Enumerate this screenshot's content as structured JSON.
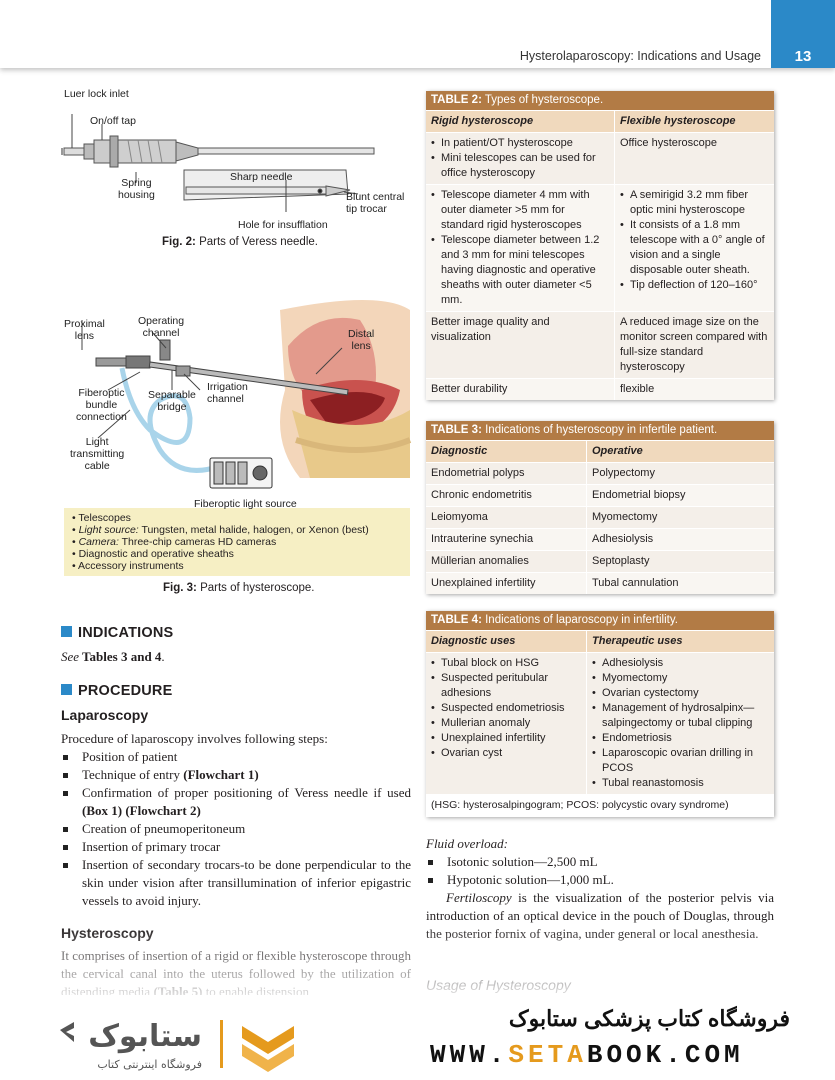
{
  "header": {
    "running_title": "Hysterolaparoscopy: Indications and Usage",
    "page_number": "13"
  },
  "fig2": {
    "labels": {
      "luer": "Luer lock inlet",
      "onoff": "On/off tap",
      "spring": "Spring\nhousing",
      "sharp": "Sharp needle",
      "blunt": "Blunt central\ntip trocar",
      "hole": "Hole for insufflation"
    },
    "caption_label": "Fig. 2:",
    "caption_text": " Parts of Veress needle."
  },
  "fig3": {
    "labels": {
      "proximal": "Proximal\nlens",
      "operating": "Operating\nchannel",
      "distal": "Distal\nlens",
      "fiberoptic": "Fiberoptic\nbundle\nconnection",
      "separable": "Separable\nbridge",
      "irrigation": "Irrigation\nchannel",
      "light": "Light\ntransmitting\ncable",
      "source": "Fiberoptic light source"
    },
    "list": [
      {
        "prefix": "",
        "text": "Telescopes"
      },
      {
        "prefix": "Light source:",
        "text": " Tungsten, metal halide, halogen, or Xenon (best)"
      },
      {
        "prefix": "Camera:",
        "text": " Three-chip cameras HD cameras"
      },
      {
        "prefix": "",
        "text": "Diagnostic and operative sheaths"
      },
      {
        "prefix": "",
        "text": "Accessory instruments"
      }
    ],
    "caption_label": "Fig. 3:",
    "caption_text": " Parts of hysteroscope."
  },
  "table2": {
    "label": "TABLE 2:",
    "title": " Types of hysteroscope.",
    "headers": [
      "Rigid hysteroscope",
      "Flexible hysteroscope"
    ],
    "rows": [
      {
        "left": [
          "In patient/OT hysteroscope",
          "Mini telescopes can be used for office hysteroscopy"
        ],
        "right": "Office hysteroscope"
      },
      {
        "left": [
          "Telescope diameter 4 mm with outer diameter >5 mm for standard rigid hysteroscopes",
          "Telescope diameter between 1.2 and 3 mm for mini telescopes having diagnostic and operative sheaths with outer diameter <5 mm."
        ],
        "right": [
          "A semirigid 3.2 mm fiber optic mini hysteroscope",
          "It consists of a 1.8 mm telescope with a 0° angle of vision and a single disposable outer sheath.",
          "Tip deflection of 120–160°"
        ]
      },
      {
        "left": "Better image quality and visualization",
        "right": "A reduced image size on the monitor screen compared with full-size standard hysteroscopy"
      },
      {
        "left": "Better durability",
        "right": "flexible"
      }
    ]
  },
  "table3": {
    "label": "TABLE 3:",
    "title": " Indications of hysteroscopy in infertile patient.",
    "headers": [
      "Diagnostic",
      "Operative"
    ],
    "rows": [
      [
        "Endometrial polyps",
        "Polypectomy"
      ],
      [
        "Chronic endometritis",
        "Endometrial biopsy"
      ],
      [
        "Leiomyoma",
        "Myomectomy"
      ],
      [
        "Intrauterine synechia",
        "Adhesiolysis"
      ],
      [
        "Müllerian anomalies",
        "Septoplasty"
      ],
      [
        "Unexplained infertility",
        "Tubal cannulation"
      ]
    ]
  },
  "table4": {
    "label": "TABLE 4:",
    "title": " Indications of laparoscopy in infertility.",
    "headers": [
      "Diagnostic uses",
      "Therapeutic uses"
    ],
    "left": [
      "Tubal block on HSG",
      "Suspected peritubular adhesions",
      "Suspected endometriosis",
      "Mullerian anomaly",
      "Unexplained infertility",
      "Ovarian cyst"
    ],
    "right": [
      "Adhesiolysis",
      "Myomectomy",
      "Ovarian cystectomy",
      "Management of hydrosalpinx—salpingectomy or tubal clipping",
      "Endometriosis",
      "Laparoscopic ovarian drilling in PCOS",
      "Tubal reanastomosis"
    ],
    "footnote": "(HSG: hysterosalpingogram; PCOS: polycystic ovary syndrome)"
  },
  "left_col": {
    "indications_heading": "INDICATIONS",
    "see_italic": "See",
    "see_bold": " Tables 3 and 4",
    "see_end": ".",
    "procedure_heading": "PROCEDURE",
    "laparoscopy_heading": "Laparoscopy",
    "laparoscopy_intro": "Procedure of laparoscopy involves following steps:",
    "steps": [
      {
        "text": "Position of patient",
        "bold": ""
      },
      {
        "text": "Technique of entry ",
        "bold": "(Flowchart 1)"
      },
      {
        "text": "Confirmation of proper positioning of Veress needle if used ",
        "bold": "(Box 1) (Flowchart 2)"
      },
      {
        "text": "Creation of pneumoperitoneum",
        "bold": ""
      },
      {
        "text": "Insertion of primary trocar",
        "bold": ""
      },
      {
        "text": "Insertion of secondary trocars-to be done perpendicular to the skin under vision after transillumination of inferior epigastric vessels to avoid injury.",
        "bold": ""
      }
    ],
    "hysteroscopy_heading": "Hysteroscopy",
    "hysteroscopy_text_a": "It comprises of insertion of a rigid or flexible hysteroscope through the cervical canal into the uterus followed by the utilization of distending media ",
    "hysteroscopy_bold": "(Table 5)",
    "hysteroscopy_text_b": " to enable distension"
  },
  "right_col": {
    "fluid_heading": "Fluid overload:",
    "fluid_items": [
      "Isotonic solution—2,500 mL",
      "Hypotonic solution—1,000 mL."
    ],
    "fertiloscopy_italic": "Fertiloscopy",
    "fertiloscopy_text": " is the visualization of the posterior pelvis via introduction of an optical device in the pouch of Douglas, through the posterior fornix of vagina, under general or local anesthesia.",
    "usage_heading": "Usage of Hysteroscopy"
  },
  "advert": {
    "logo_text": "ستابوک",
    "logo_sub": "فروشگاه اینترنتی کتاب",
    "persian": "فروشگاه کتاب پزشکی ستابوک",
    "url_a": "WWW.",
    "url_b": "SETA",
    "url_c": "BOOK.COM"
  },
  "colors": {
    "accent_blue": "#2b89c8",
    "table_header": "#b27b45",
    "table_subheader": "#f0d9bd",
    "logo_orange": "#e59a1d"
  }
}
